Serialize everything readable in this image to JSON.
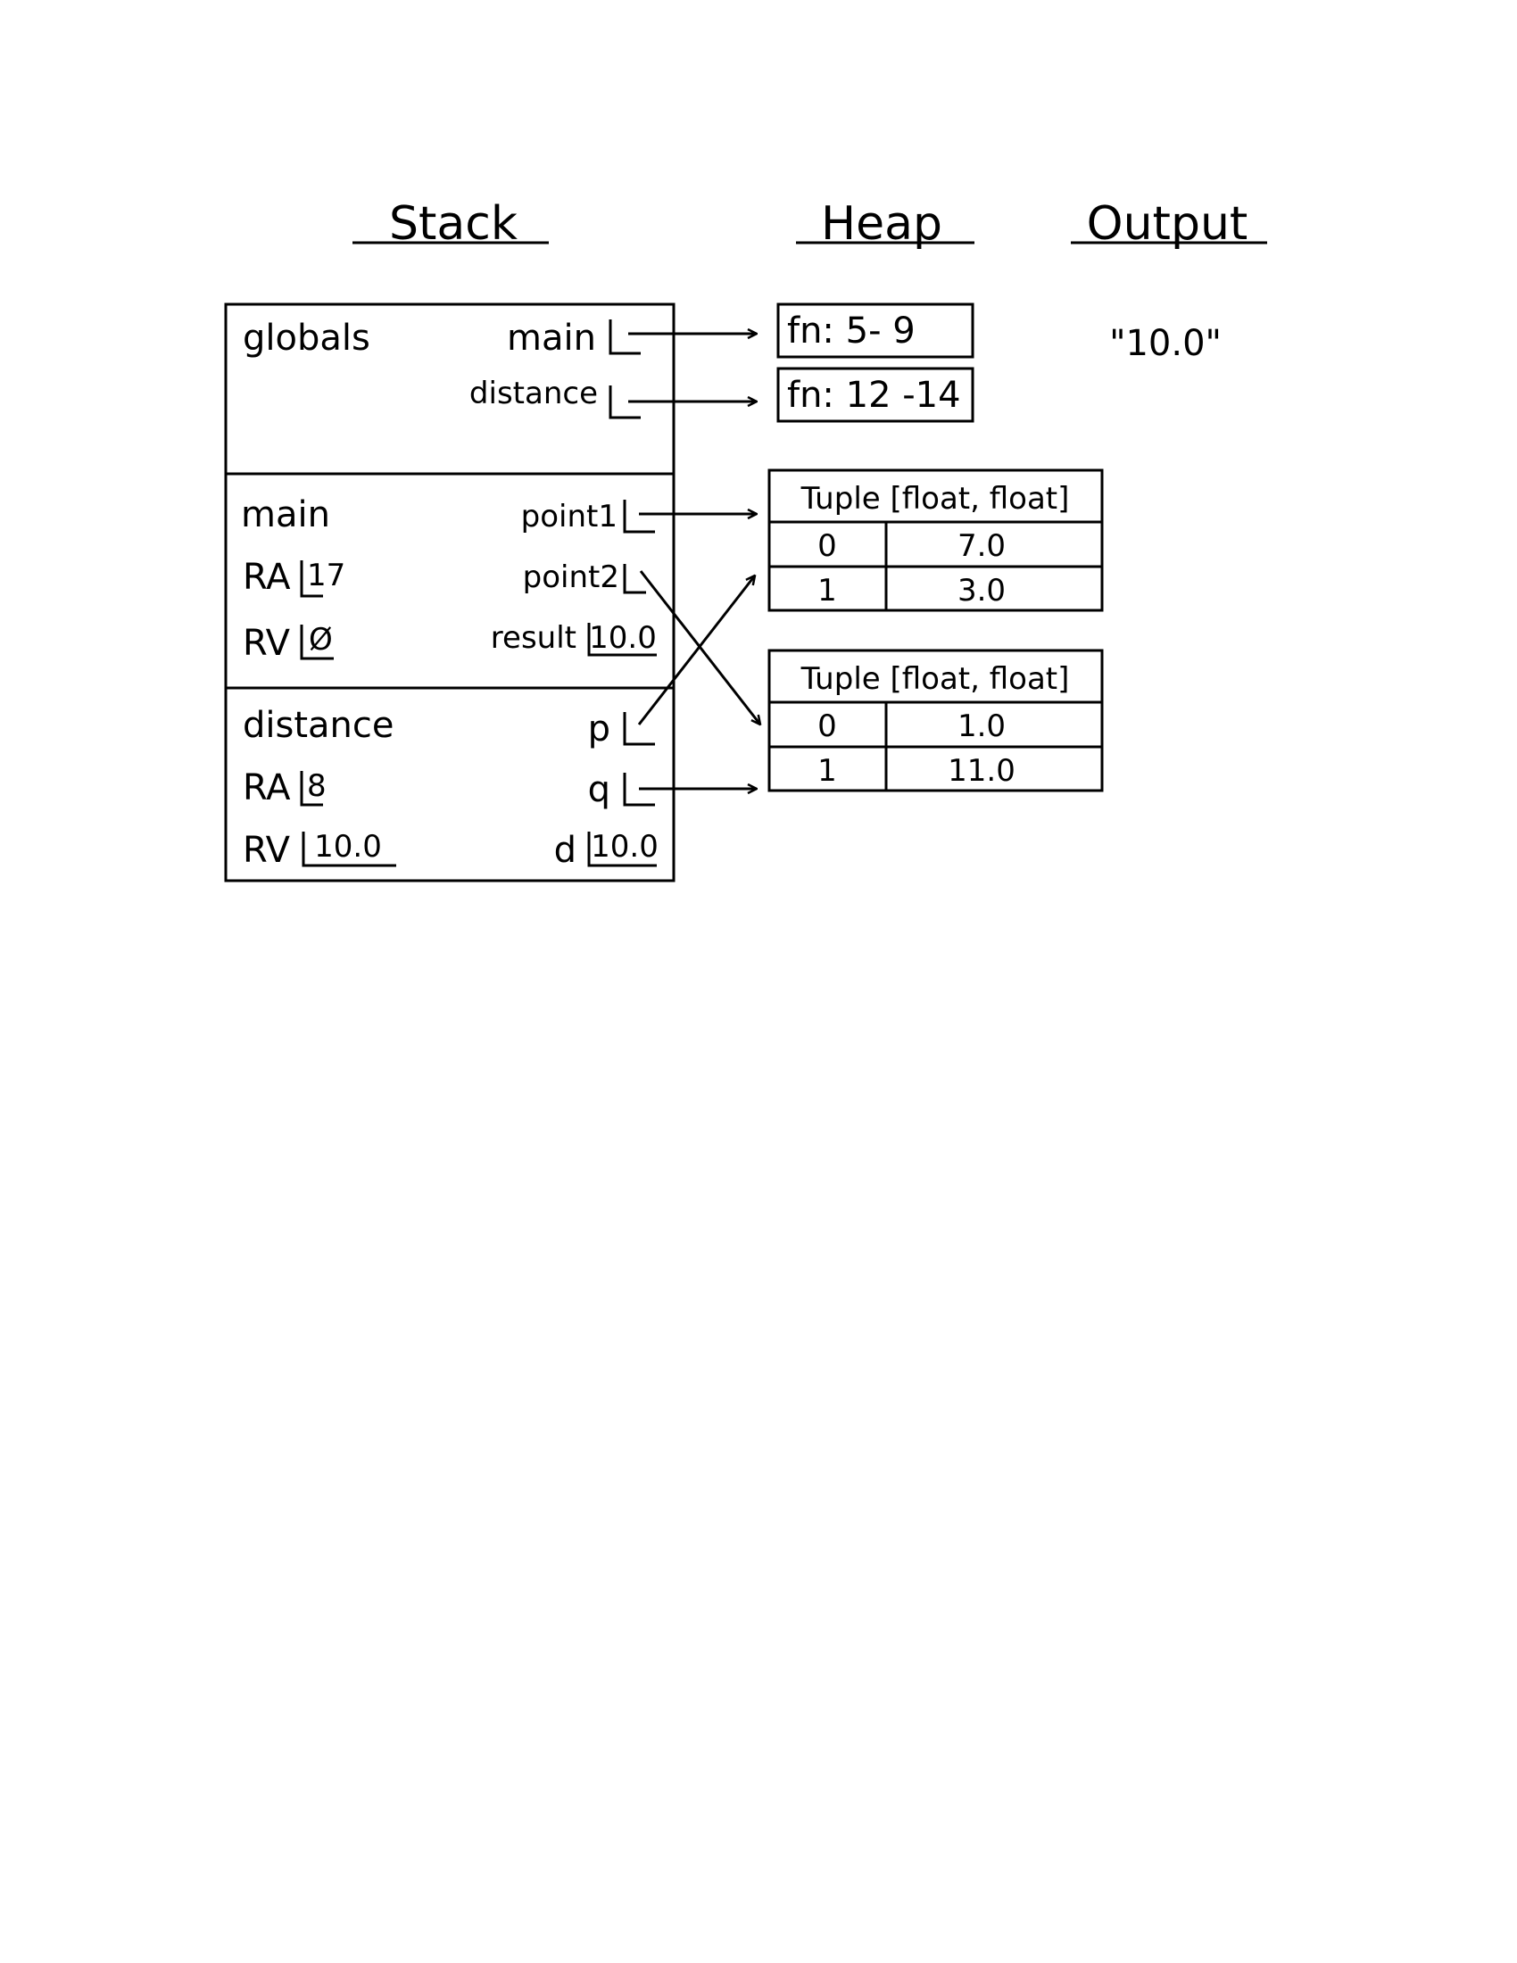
{
  "headings": {
    "stack": "Stack",
    "heap": "Heap",
    "output": "Output"
  },
  "output": {
    "value": "\"10.0\""
  },
  "frames": {
    "globals": {
      "name": "globals",
      "vars": {
        "main": "main",
        "distance": "distance"
      }
    },
    "main": {
      "name": "main",
      "ra_label": "RA",
      "ra_value": "17",
      "rv_label": "RV",
      "rv_value": "Ø",
      "vars": {
        "point1": "point1",
        "point2": "point2",
        "result": "result"
      },
      "result_value": "10.0"
    },
    "distance": {
      "name": "distance",
      "ra_label": "RA",
      "ra_value": "8",
      "rv_label": "RV",
      "rv_value": "10.0",
      "vars": {
        "p": "p",
        "q": "q",
        "d": "d"
      },
      "d_value": "10.0"
    }
  },
  "heap": {
    "fn_main": "fn: 5- 9",
    "fn_distance": "fn: 12 -14",
    "tuple1": {
      "type": "Tuple [float, float]",
      "rows": [
        {
          "index": "0",
          "value": "7.0"
        },
        {
          "index": "1",
          "value": "3.0"
        }
      ]
    },
    "tuple2": {
      "type": "Tuple [float, float]",
      "rows": [
        {
          "index": "0",
          "value": "1.0"
        },
        {
          "index": "1",
          "value": "11.0"
        }
      ]
    }
  }
}
